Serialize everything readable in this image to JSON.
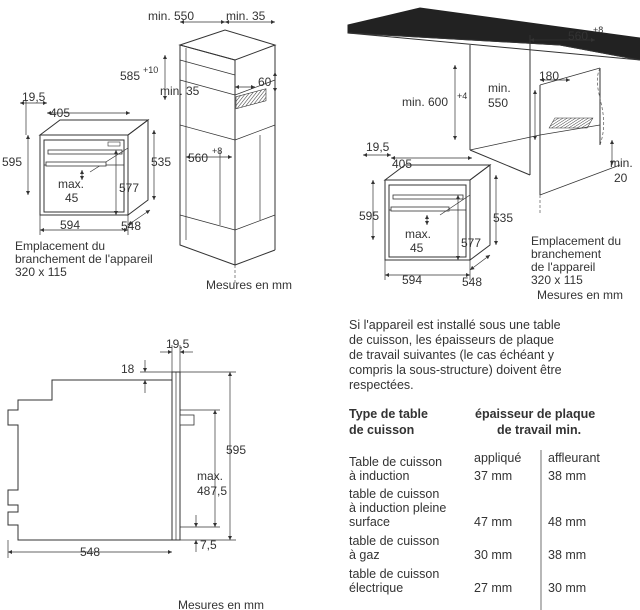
{
  "diagram1": {
    "min_550": "min. 550",
    "min_35_top": "min. 35",
    "d585": "585",
    "d585_sup": "+10",
    "min_35": "min. 35",
    "d60": "60",
    "d560": "560",
    "d560_sup": "+8",
    "d19_5": "19,5",
    "d405": "405",
    "d595": "595",
    "d535": "535",
    "d577": "577",
    "max": "max.",
    "max_45": "45",
    "d594": "594",
    "d548": "548",
    "conn_1": "Emplacement du",
    "conn_2": "branchement de l'appareil",
    "conn_3": "320 x 115",
    "units": "Mesures en mm"
  },
  "diagram2": {
    "d560": "560",
    "d560_sup": "+8",
    "min": "min.",
    "min_550": "550",
    "d180": "180",
    "min_600": "min. 600",
    "min_600_sup": "+4",
    "min_20_a": "min.",
    "min_20_b": "20",
    "d19_5": "19,5",
    "d405": "405",
    "d595": "595",
    "d535": "535",
    "d577": "577",
    "max": "max.",
    "max_45": "45",
    "d594": "594",
    "d548": "548",
    "conn_1": "Emplacement du",
    "conn_2": "branchement",
    "conn_3": "de l'appareil",
    "conn_4": "320 x 115",
    "units": "Mesures en mm"
  },
  "diagram3": {
    "d19_5": "19,5",
    "d18": "18",
    "d595": "595",
    "max": "max.",
    "max_487_5": "487,5",
    "d548": "548",
    "d7_5": "7,5",
    "units": "Mesures en mm"
  },
  "note": {
    "lines": [
      "Si l'appareil est installé sous une table",
      "de cuisson, les épaisseurs de plaque",
      "de travail suivantes (le cas échéant y",
      "compris la sous-structure) doivent être",
      "respectées."
    ]
  },
  "table": {
    "header_type_1": "Type de table",
    "header_type_2": "de cuisson",
    "header_thick_1": "épaisseur de plaque",
    "header_thick_2": "de travail min.",
    "col_applique": "appliqué",
    "col_affleurant": "affleurant",
    "rows": [
      {
        "l1": "Table de cuisson",
        "l2": "à induction",
        "l3": "",
        "applique": "37 mm",
        "affleurant": "38 mm"
      },
      {
        "l1": "table de cuisson",
        "l2": "à induction pleine",
        "l3": "surface",
        "applique": "47 mm",
        "affleurant": "48 mm"
      },
      {
        "l1": "table de cuisson",
        "l2": "à gaz",
        "l3": "",
        "applique": "30 mm",
        "affleurant": "38 mm"
      },
      {
        "l1": "table de cuisson",
        "l2": "électrique",
        "l3": "",
        "applique": "27 mm",
        "affleurant": "30 mm"
      }
    ]
  }
}
